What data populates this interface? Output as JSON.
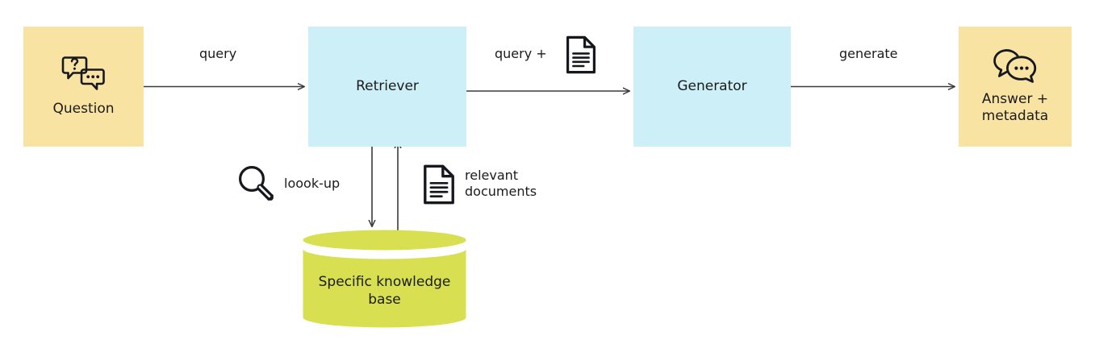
{
  "diagram": {
    "title": "Retrieval Augmented Generation flow",
    "colors": {
      "node_yellow": "#f8e3a3",
      "node_blue": "#cdeff7",
      "knowledge_base_green": "#d8e052",
      "arrow": "#3b3b3b",
      "text": "#1b1b1b",
      "background": "#ffffff"
    },
    "nodes": [
      {
        "id": "question",
        "label": "Question",
        "icon": "chat-bubbles-question-icon",
        "fill": "#f8e3a3"
      },
      {
        "id": "retriever",
        "label": "Retriever",
        "icon": null,
        "fill": "#cdeff7"
      },
      {
        "id": "generator",
        "label": "Generator",
        "icon": null,
        "fill": "#cdeff7"
      },
      {
        "id": "answer",
        "label": "Answer +\nmetadata",
        "icon": "chat-bubbles-answer-icon",
        "fill": "#f8e3a3"
      },
      {
        "id": "knowledge_base",
        "label": "Specific knowledge\nbase",
        "icon": "database-cylinder-icon",
        "fill": "#d8e052"
      }
    ],
    "edges": [
      {
        "id": "question-to-retriever",
        "from": "question",
        "to": "retriever",
        "label": "query",
        "icon": null,
        "direction": "right"
      },
      {
        "id": "retriever-to-generator",
        "from": "retriever",
        "to": "generator",
        "label": "query +",
        "icon": "document-icon",
        "direction": "right"
      },
      {
        "id": "generator-to-answer",
        "from": "generator",
        "to": "answer",
        "label": "generate",
        "icon": null,
        "direction": "right"
      },
      {
        "id": "retriever-to-knowledge-base",
        "from": "retriever",
        "to": "knowledge_base",
        "label": "loook-up",
        "icon": "magnifier-icon",
        "direction": "down"
      },
      {
        "id": "knowledge-base-to-retriever",
        "from": "knowledge_base",
        "to": "retriever",
        "label": "relevant\ndocuments",
        "icon": "document-icon",
        "direction": "up"
      }
    ]
  }
}
